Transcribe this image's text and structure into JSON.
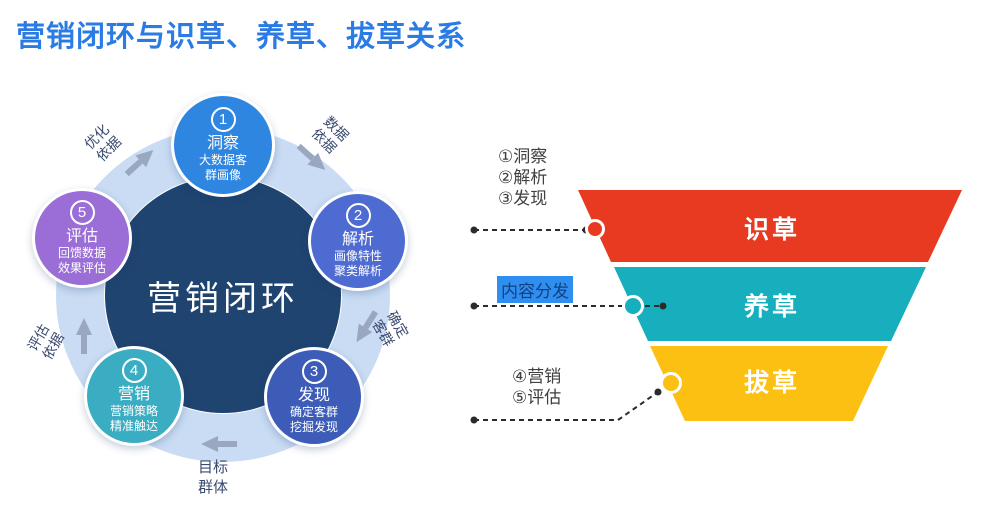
{
  "title": "营销闭环与识草、养草、拔草关系",
  "colors": {
    "title": "#2B7BE4",
    "ring": "#C9DCF4",
    "center": "#1F4470",
    "arrow": "#9AA8BF",
    "edgeLabel": "#3A4A70",
    "legendText": "#404040",
    "node1": "#2E86E0",
    "node2": "#4E6BD2",
    "node3": "#3D5CB8",
    "node4": "#3BADC2",
    "node5": "#9A6ED6",
    "funnel1": "#E83A21",
    "funnel2": "#17AFBD",
    "funnel3": "#FCC013",
    "hlBg": "#2E8FF0",
    "hlText": "#14407E",
    "dash": "#2B2B2B"
  },
  "cycle": {
    "center": "营销闭环",
    "nodes": [
      {
        "num": "1",
        "title": "洞察",
        "line1": "大数据客",
        "line2": "群画像"
      },
      {
        "num": "2",
        "title": "解析",
        "line1": "画像特性",
        "line2": "聚类解析"
      },
      {
        "num": "3",
        "title": "发现",
        "line1": "确定客群",
        "line2": "挖掘发现"
      },
      {
        "num": "4",
        "title": "营销",
        "line1": "营销策略",
        "line2": "精准触达"
      },
      {
        "num": "5",
        "title": "评估",
        "line1": "回馈数据",
        "line2": "效果评估"
      }
    ],
    "edges": {
      "top_left": {
        "line1": "优化",
        "line2": "依据"
      },
      "top_right": {
        "line1": "数据",
        "line2": "依据"
      },
      "right": {
        "line1": "确定",
        "line2": "客群"
      },
      "bottom": {
        "line1": "目标",
        "line2": "群体"
      },
      "left": {
        "line1": "评估",
        "line2": "依据"
      }
    }
  },
  "funnel": {
    "layers": [
      {
        "label": "识草"
      },
      {
        "label": "养草"
      },
      {
        "label": "拔草"
      }
    ],
    "legend_top": {
      "line1": "①洞察",
      "line2": "②解析",
      "line3": "③发现"
    },
    "highlight": "内容分发",
    "legend_bottom": {
      "line1": "④营销",
      "line2": "⑤评估"
    }
  }
}
